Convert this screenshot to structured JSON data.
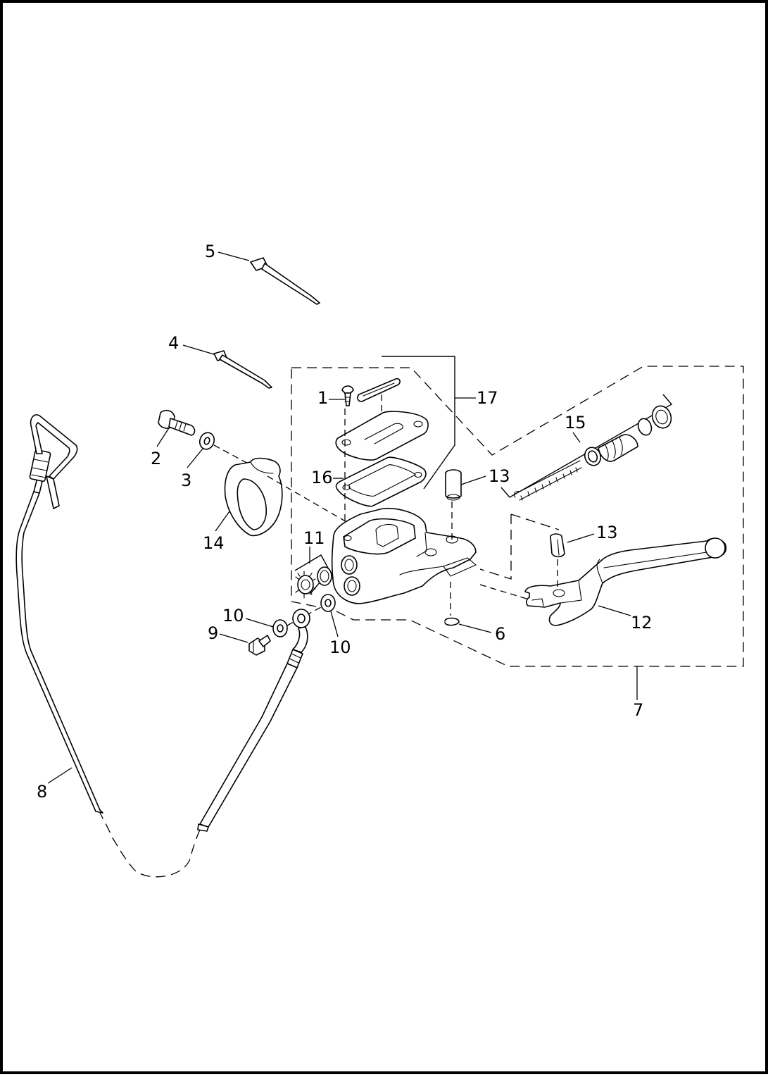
{
  "diagram": {
    "callouts": {
      "c1": "1",
      "c2": "2",
      "c3": "3",
      "c4": "4",
      "c5": "5",
      "c6": "6",
      "c7": "7",
      "c8": "8",
      "c9": "9",
      "c10a": "10",
      "c10b": "10",
      "c11": "11",
      "c12": "12",
      "c13a": "13",
      "c13b": "13",
      "c14": "14",
      "c15": "15",
      "c16": "16",
      "c17": "17"
    }
  }
}
